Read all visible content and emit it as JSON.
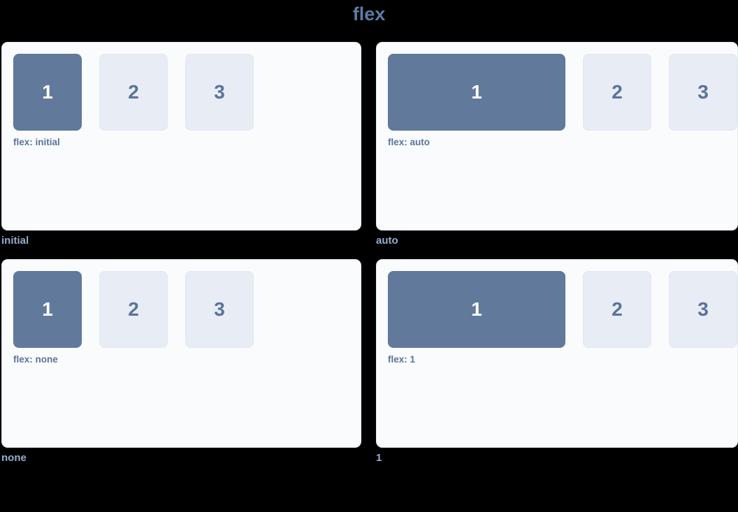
{
  "title": "flex",
  "colors": {
    "background": "#000000",
    "title_color": "#5b7ca6",
    "panel_background": "#fafbfd",
    "panel_border": "#e6eaf2",
    "filled_box": "#617a9c",
    "filled_box_text": "#ffffff",
    "plain_box": "#e8ecf4",
    "plain_box_text": "#5a739c",
    "code_label_color": "#5a739c",
    "caption_color": "#93aed0"
  },
  "demos": [
    {
      "mode": "initial",
      "code_label": "flex: initial",
      "caption": "initial",
      "boxes": [
        {
          "label": "1",
          "style": "filled"
        },
        {
          "label": "2",
          "style": "plain"
        },
        {
          "label": "3",
          "style": "plain"
        }
      ]
    },
    {
      "mode": "auto",
      "code_label": "flex: auto",
      "caption": "auto",
      "boxes": [
        {
          "label": "1",
          "style": "filled"
        },
        {
          "label": "2",
          "style": "plain"
        },
        {
          "label": "3",
          "style": "plain"
        }
      ]
    },
    {
      "mode": "none",
      "code_label": "flex: none",
      "caption": "none",
      "boxes": [
        {
          "label": "1",
          "style": "filled"
        },
        {
          "label": "2",
          "style": "plain"
        },
        {
          "label": "3",
          "style": "plain"
        }
      ]
    },
    {
      "mode": "1",
      "code_label": "flex: 1",
      "caption": "1",
      "boxes": [
        {
          "label": "1",
          "style": "filled"
        },
        {
          "label": "2",
          "style": "plain"
        },
        {
          "label": "3",
          "style": "plain"
        }
      ]
    }
  ]
}
